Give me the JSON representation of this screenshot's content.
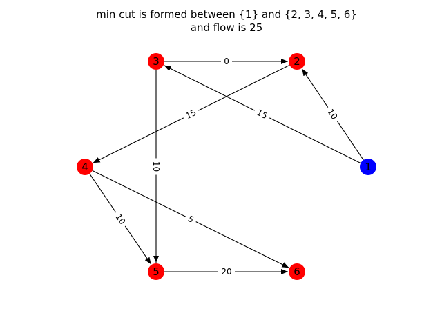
{
  "title": {
    "line1": "min cut is formed between {1} and {2, 3, 4, 5, 6}",
    "line2": "and flow is 25"
  },
  "colors": {
    "source_side": "#0000ff",
    "sink_side": "#ff0000",
    "edges": "#000000"
  },
  "nodes": [
    {
      "id": "1",
      "side": "source"
    },
    {
      "id": "2",
      "side": "sink"
    },
    {
      "id": "3",
      "side": "sink"
    },
    {
      "id": "4",
      "side": "sink"
    },
    {
      "id": "5",
      "side": "sink"
    },
    {
      "id": "6",
      "side": "sink"
    }
  ],
  "edges": [
    {
      "from": "3",
      "to": "2",
      "capacity": "0"
    },
    {
      "from": "1",
      "to": "2",
      "capacity": "10"
    },
    {
      "from": "1",
      "to": "3",
      "capacity": "15"
    },
    {
      "from": "2",
      "to": "4",
      "capacity": "15"
    },
    {
      "from": "3",
      "to": "5",
      "capacity": "10"
    },
    {
      "from": "4",
      "to": "5",
      "capacity": "10"
    },
    {
      "from": "4",
      "to": "6",
      "capacity": "5"
    },
    {
      "from": "5",
      "to": "6",
      "capacity": "20"
    }
  ]
}
